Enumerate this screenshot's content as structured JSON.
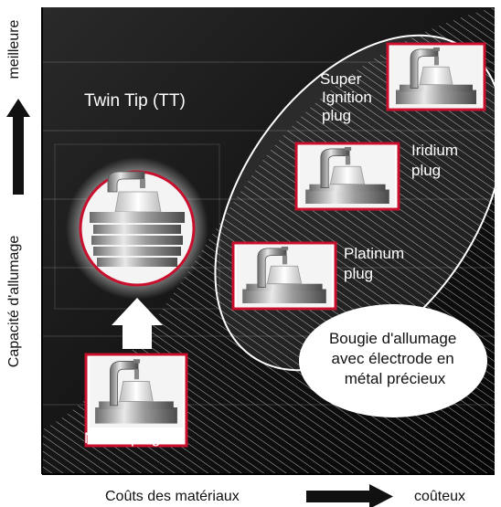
{
  "y_axis": {
    "top_label": "meilleure",
    "label": "Capacité d'allumage"
  },
  "x_axis": {
    "label": "Coûts des matériaux",
    "right_label": "coûteux"
  },
  "labels": {
    "twin_tip": "Twin Tip  (TT)",
    "super_ignition": [
      "Super",
      "Ignition",
      "plug"
    ],
    "iridium": [
      "Iridium",
      "plug"
    ],
    "platinum": [
      "Platinum",
      "plug"
    ],
    "nickel": "Nickel plug",
    "precious_metal": [
      "Bougie d'allumage",
      "avec électrode en",
      "métal précieux"
    ]
  },
  "colors": {
    "frame_red": "#c8102e",
    "background_dark": "#111111",
    "hatch": "#d8d8d8"
  }
}
